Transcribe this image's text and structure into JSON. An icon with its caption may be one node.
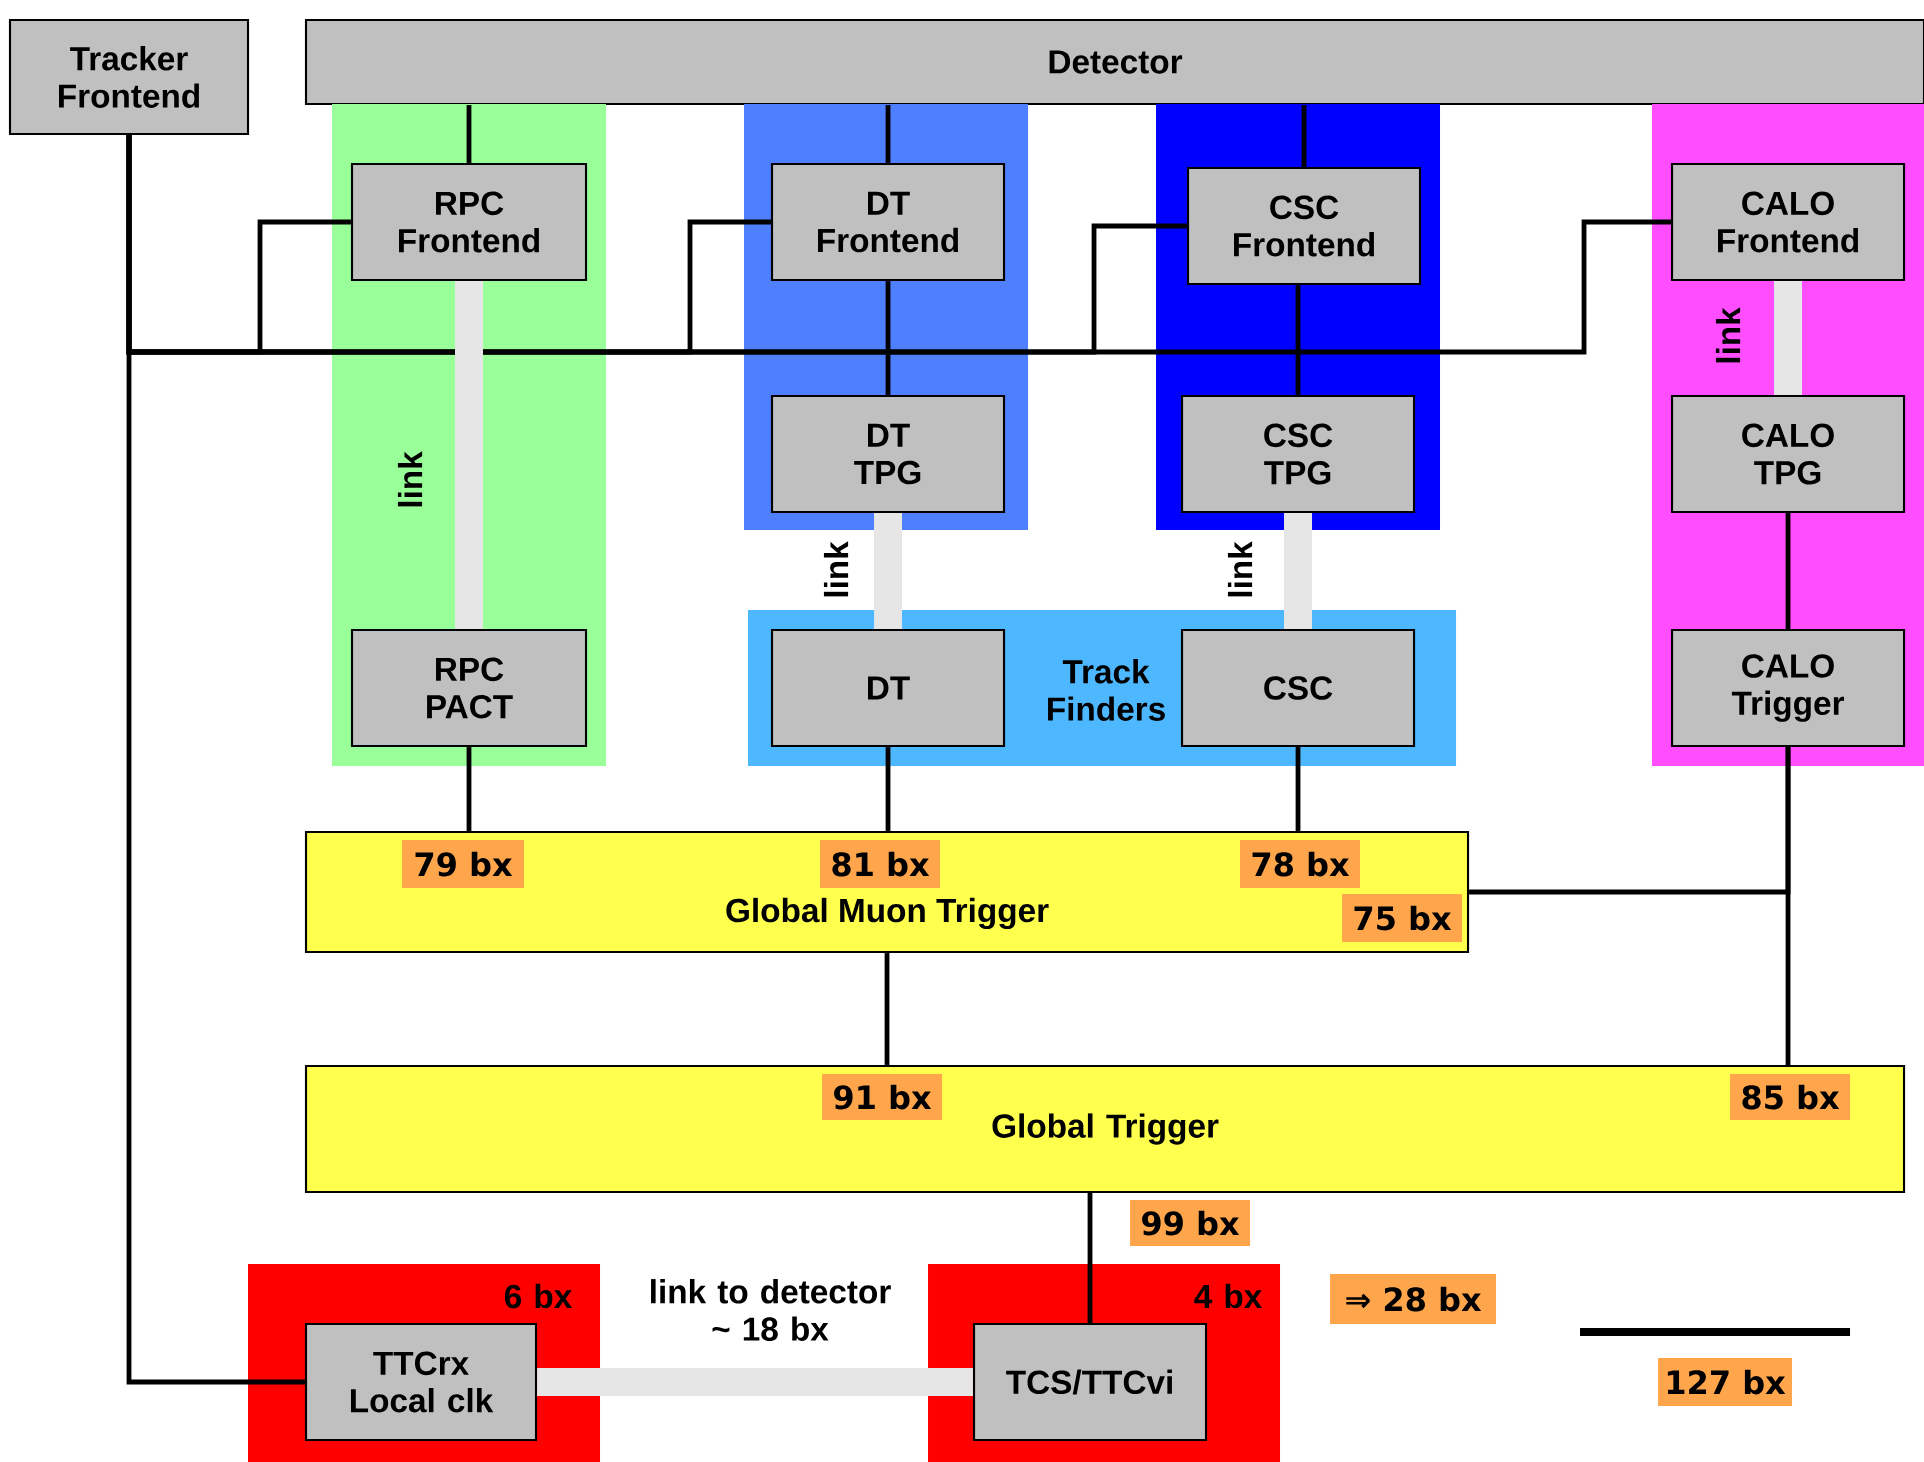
{
  "diagram": {
    "nodes": [
      {
        "text": [
          "Tracker Frontend"
        ]
      },
      {
        "text": [
          "Detector"
        ]
      },
      {
        "text": [],
        "shape": "box"
      },
      {
        "text": [
          "RPC Frontend"
        ],
        "in": 2
      },
      {
        "text": [
          "RPC PACT"
        ],
        "in": 2
      },
      {
        "text": [],
        "shape": "box"
      },
      {
        "text": [
          "DT Frontend"
        ],
        "in": 5
      },
      {
        "text": [
          "DT TPG"
        ],
        "in": 5
      },
      {
        "text": [],
        "shape": "box"
      },
      {
        "text": [
          "CSC Frontend"
        ],
        "in": 8
      },
      {
        "text": [
          "CSC TPG"
        ],
        "in": 8
      },
      {
        "text": [
          "Track Finders"
        ]
      },
      {
        "text": [
          "DT"
        ],
        "in": 11
      },
      {
        "text": [
          "CSC"
        ],
        "in": 11
      },
      {
        "text": [],
        "shape": "box"
      },
      {
        "text": [
          "CALO Frontend"
        ],
        "in": 14
      },
      {
        "text": [
          "CALO TPG"
        ],
        "in": 14
      },
      {
        "text": [
          "CALO Trigger"
        ],
        "in": 14
      },
      {
        "text": [
          "Global Muon Trigger"
        ]
      },
      {
        "text": [
          "79 bx"
        ],
        "in": 18
      },
      {
        "text": [
          "81 bx"
        ],
        "in": 18
      },
      {
        "text": [
          "78 bx"
        ],
        "in": 18
      },
      {
        "text": [
          "75 bx"
        ],
        "in": 18
      },
      {
        "text": [
          "Global Trigger"
        ]
      },
      {
        "text": [
          "91 bx"
        ],
        "in": 23
      },
      {
        "text": [
          "85 bx"
        ],
        "in": 23
      },
      {
        "text": [
          "99 bx"
        ]
      },
      {
        "text": [
          "6 bx"
        ]
      },
      {
        "text": [
          "TTCrx Local clk"
        ],
        "in": 27
      },
      {
        "text": [
          "4 bx"
        ]
      },
      {
        "text": [
          "TCS/TTCvi"
        ],
        "in": 29
      },
      {
        "text": [
          "⇒ 28 bx"
        ]
      },
      {
        "text": [
          "127 bx"
        ]
      }
    ],
    "edges": [
      {
        "from": 1,
        "to": 3,
        "arrow": "none"
      },
      {
        "from": 1,
        "to": 6,
        "arrow": "none"
      },
      {
        "from": 1,
        "to": 9,
        "arrow": "none"
      },
      {
        "from": 0,
        "to": 3,
        "arrow": "none"
      },
      {
        "from": 0,
        "to": 6,
        "arrow": "none"
      },
      {
        "from": 0,
        "to": 9,
        "arrow": "none"
      },
      {
        "from": 0,
        "to": 15,
        "arrow": "none"
      },
      {
        "from": 0,
        "to": 28,
        "arrow": "none"
      },
      {
        "from": 3,
        "to": 4,
        "arrow": "none",
        "label": "link",
        "style": "thick",
        "color": "#e6e6e6"
      },
      {
        "from": 6,
        "to": 7,
        "arrow": "none"
      },
      {
        "from": 7,
        "to": 12,
        "arrow": "none",
        "label": "link",
        "style": "thick",
        "color": "#e6e6e6"
      },
      {
        "from": 9,
        "to": 10,
        "arrow": "none"
      },
      {
        "from": 10,
        "to": 13,
        "arrow": "none",
        "label": "link",
        "style": "thick",
        "color": "#e6e6e6"
      },
      {
        "from": 15,
        "to": 16,
        "arrow": "none",
        "label": "link",
        "style": "thick",
        "color": "#e6e6e6"
      },
      {
        "from": 16,
        "to": 17,
        "arrow": "none"
      },
      {
        "from": 4,
        "to": 18,
        "arrow": "none"
      },
      {
        "from": 12,
        "to": 18,
        "arrow": "none"
      },
      {
        "from": 13,
        "to": 18,
        "arrow": "none"
      },
      {
        "from": 17,
        "to": 18,
        "arrow": "none"
      },
      {
        "from": 17,
        "to": 23,
        "arrow": "none"
      },
      {
        "from": 18,
        "to": 23,
        "arrow": "none"
      },
      {
        "from": 23,
        "to": 30,
        "arrow": "none"
      },
      {
        "from": 28,
        "to": 30,
        "arrow": "none",
        "label": "link to detector ~ 18 bx",
        "style": "thick",
        "color": "#e6e6e6"
      }
    ]
  }
}
